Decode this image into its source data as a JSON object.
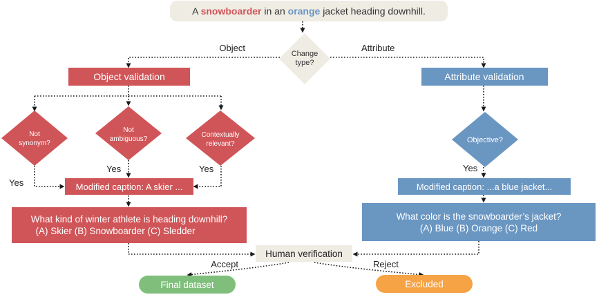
{
  "caption": {
    "prefix": "A ",
    "object_word": "snowboarder",
    "middle": " in an ",
    "attribute_word": "orange",
    "suffix": " jacket heading downhill."
  },
  "change_type": {
    "line1": "Change",
    "line2": "type?"
  },
  "branch_labels": {
    "object": "Object",
    "attribute": "Attribute"
  },
  "object_branch": {
    "validation": "Object validation",
    "checks": [
      {
        "line1": "Not",
        "line2": "synonym?"
      },
      {
        "line1": "Not",
        "line2": "ambiguous?"
      },
      {
        "line1": "Contextually",
        "line2": "relevant?"
      }
    ],
    "yes": "Yes",
    "modified_caption": "Modified caption: A skier ...",
    "question_line1": "What kind of winter athlete is heading downhill?",
    "question_line2": "(A) Skier (B) Snowboarder (C) Sledder"
  },
  "attribute_branch": {
    "validation": "Attribute validation",
    "check": "Objective?",
    "yes": "Yes",
    "modified_caption": "Modified caption: ...a blue jacket...",
    "question_line1": "What color is the snowboarder’s jacket?",
    "question_line2": "(A) Blue (B) Orange (C) Red"
  },
  "human_verification": "Human verification",
  "outcome_labels": {
    "accept": "Accept",
    "reject": "Reject"
  },
  "final_dataset": "Final dataset",
  "excluded": "Excluded",
  "colors": {
    "red": "#d05558",
    "blue": "#6a96c2",
    "beige": "#efece4",
    "green": "#7fbf7b",
    "orange": "#f5a345"
  }
}
